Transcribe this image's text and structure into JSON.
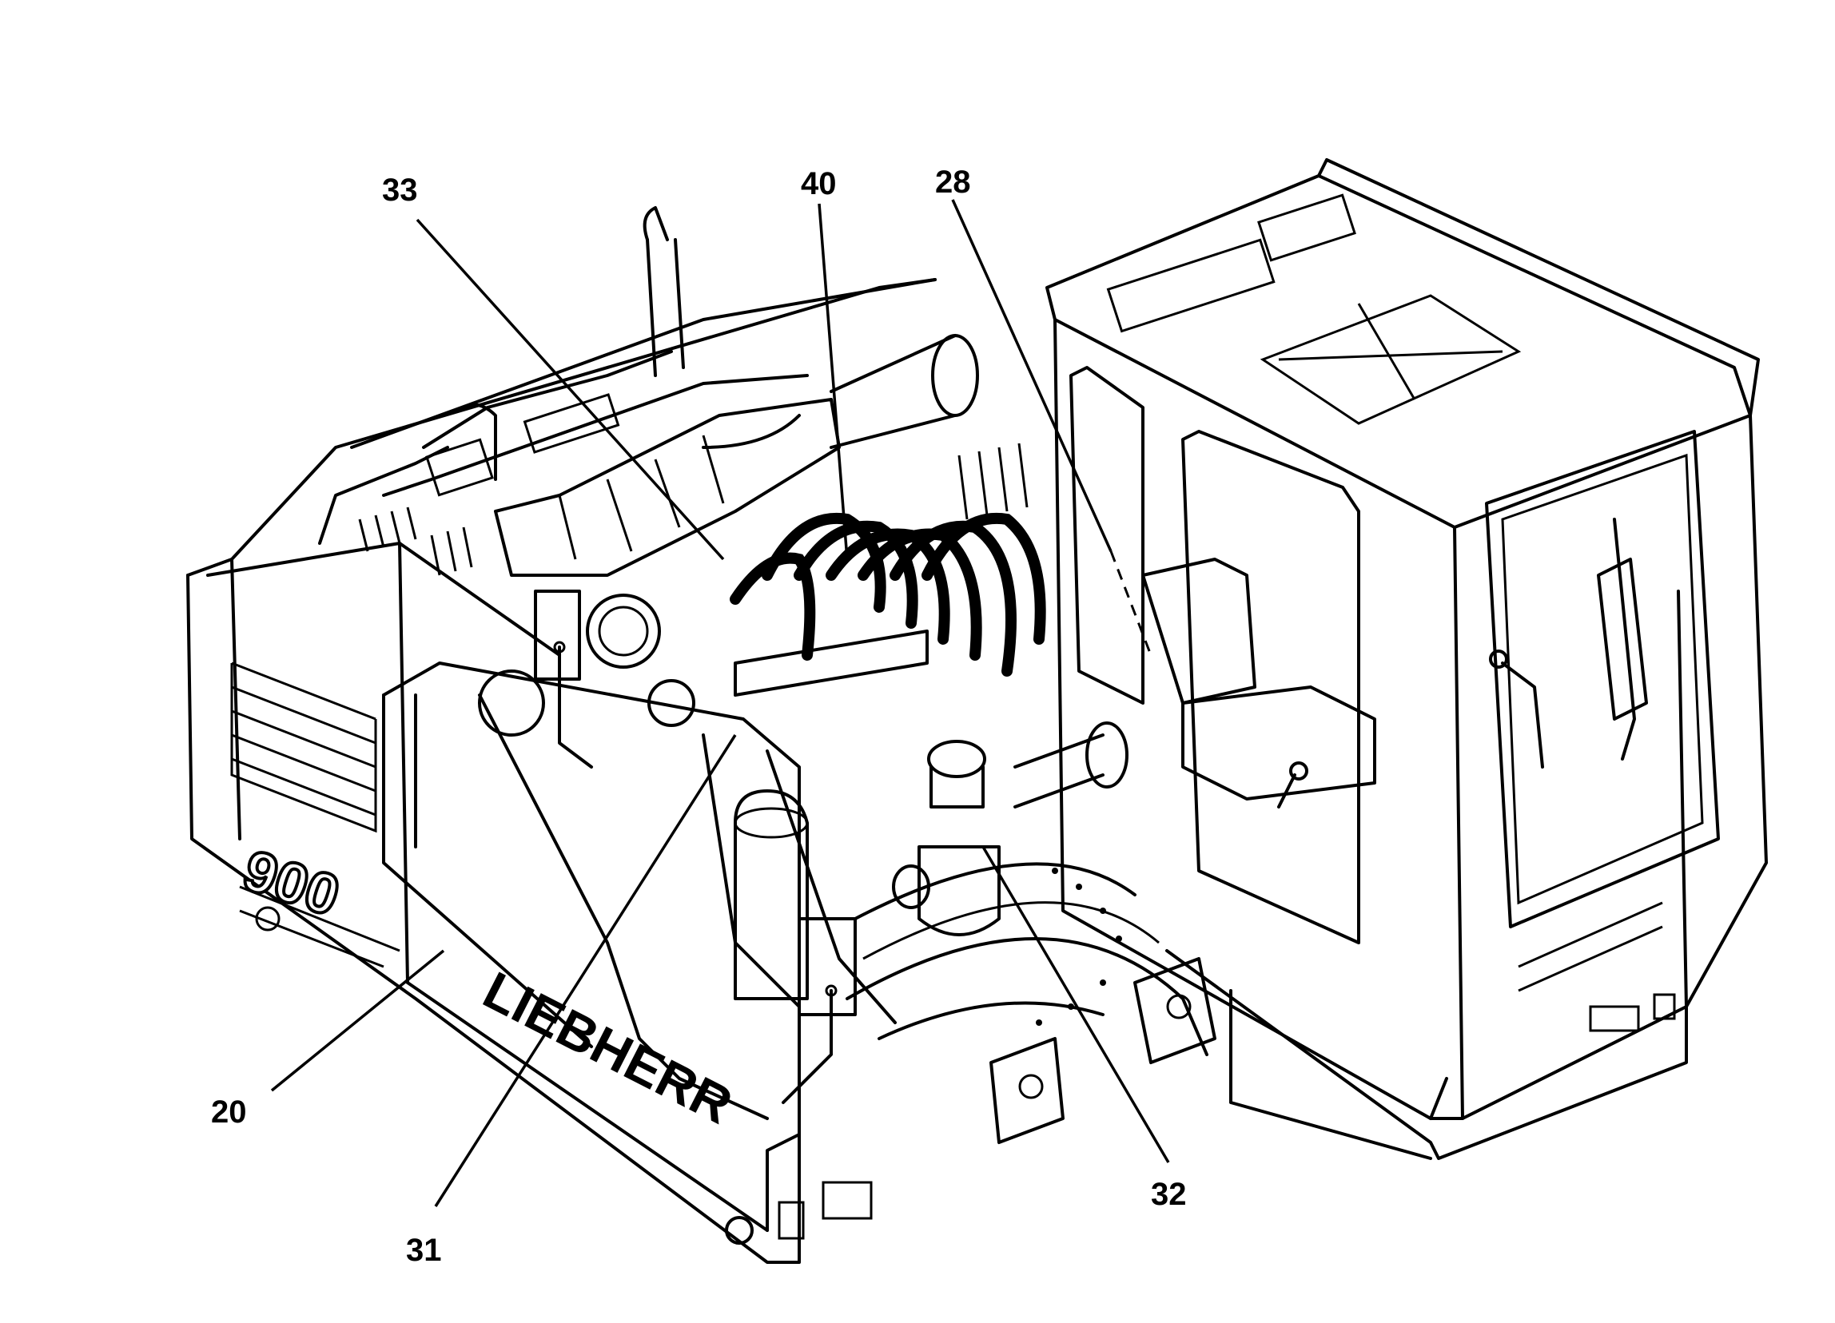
{
  "callouts": [
    {
      "id": "c33",
      "label": "33"
    },
    {
      "id": "c40",
      "label": "40"
    },
    {
      "id": "c28",
      "label": "28"
    },
    {
      "id": "c20",
      "label": "20"
    },
    {
      "id": "c31",
      "label": "31"
    },
    {
      "id": "c32",
      "label": "32"
    }
  ],
  "markings": {
    "brand": "LIEBHERR",
    "model": "900"
  }
}
